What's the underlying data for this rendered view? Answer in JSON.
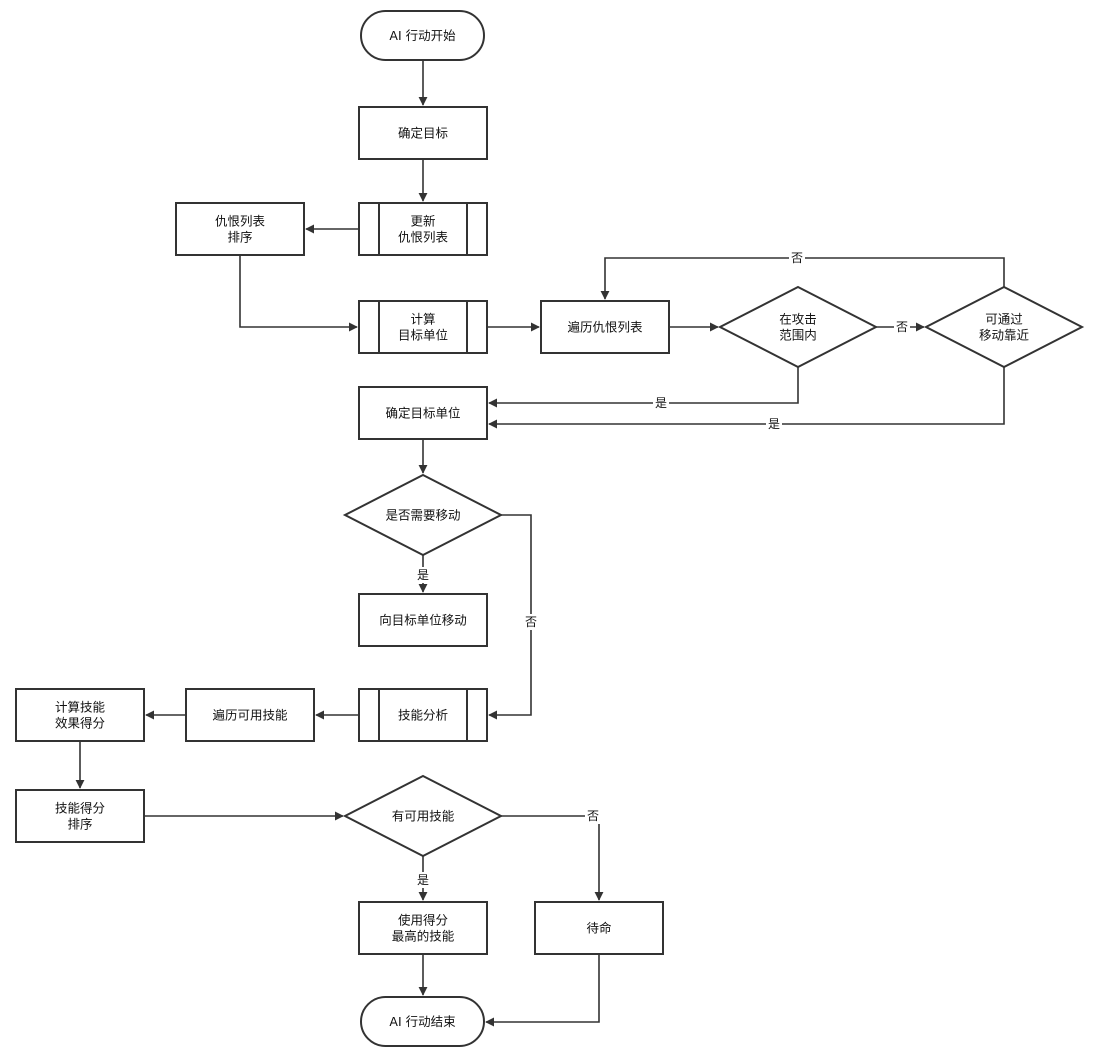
{
  "nodes": {
    "start": {
      "lines": [
        "AI 行动开始"
      ]
    },
    "determine_target": {
      "lines": [
        "确定目标"
      ]
    },
    "update_hate_list": {
      "lines": [
        "更新",
        "仇恨列表"
      ]
    },
    "sort_hate_list": {
      "lines": [
        "仇恨列表",
        "排序"
      ]
    },
    "calc_target_unit": {
      "lines": [
        "计算",
        "目标单位"
      ]
    },
    "traverse_hate_list": {
      "lines": [
        "遍历仇恨列表"
      ]
    },
    "in_attack_range": {
      "lines": [
        "在攻击",
        "范围内"
      ]
    },
    "can_move_close": {
      "lines": [
        "可通过",
        "移动靠近"
      ]
    },
    "determine_target_unit": {
      "lines": [
        "确定目标单位"
      ]
    },
    "need_move": {
      "lines": [
        "是否需要移动"
      ]
    },
    "move_to_target": {
      "lines": [
        "向目标单位移动"
      ]
    },
    "skill_analysis": {
      "lines": [
        "技能分析"
      ]
    },
    "traverse_skills": {
      "lines": [
        "遍历可用技能"
      ]
    },
    "calc_skill_score": {
      "lines": [
        "计算技能",
        "效果得分"
      ]
    },
    "sort_skill_score": {
      "lines": [
        "技能得分",
        "排序"
      ]
    },
    "has_skill": {
      "lines": [
        "有可用技能"
      ]
    },
    "use_best_skill": {
      "lines": [
        "使用得分",
        "最高的技能"
      ]
    },
    "standby": {
      "lines": [
        "待命"
      ]
    },
    "end": {
      "lines": [
        "AI 行动结束"
      ]
    }
  },
  "edge_labels": {
    "yes": "是",
    "no": "否"
  }
}
